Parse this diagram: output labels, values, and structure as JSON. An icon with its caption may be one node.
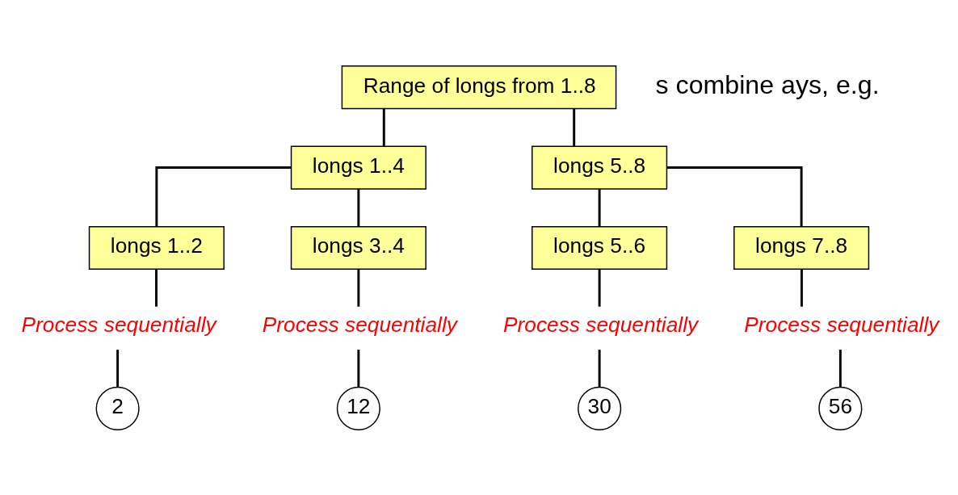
{
  "diagram": {
    "nodes": [
      {
        "text": [
          "Range of longs from 1..8"
        ]
      },
      {
        "text": [
          "longs 1..4"
        ]
      },
      {
        "text": [
          "longs 5..8"
        ]
      },
      {
        "text": [
          "longs 1..2"
        ]
      },
      {
        "text": [
          "longs 3..4"
        ]
      },
      {
        "text": [
          "longs 5..6"
        ]
      },
      {
        "text": [
          "longs 7..8"
        ]
      },
      {
        "text": [
          "Process sequentially"
        ]
      },
      {
        "text": [
          "Process sequentially"
        ]
      },
      {
        "text": [
          "Process sequentially"
        ]
      },
      {
        "text": [
          "Process sequentially"
        ]
      },
      {
        "text": [
          "2"
        ]
      },
      {
        "text": [
          "12"
        ]
      },
      {
        "text": [
          "30"
        ]
      },
      {
        "text": [
          "56"
        ]
      }
    ],
    "edges": [
      {
        "from": 0,
        "to": 1,
        "arrow": "none"
      },
      {
        "from": 0,
        "to": 2,
        "arrow": "none"
      },
      {
        "from": 1,
        "to": 3,
        "arrow": "none"
      },
      {
        "from": 1,
        "to": 4,
        "arrow": "none"
      },
      {
        "from": 2,
        "to": 5,
        "arrow": "none"
      },
      {
        "from": 2,
        "to": 6,
        "arrow": "none"
      },
      {
        "from": 3,
        "to": 7,
        "arrow": "none"
      },
      {
        "from": 4,
        "to": 8,
        "arrow": "none"
      },
      {
        "from": 5,
        "to": 9,
        "arrow": "none"
      },
      {
        "from": 6,
        "to": 10,
        "arrow": "none"
      },
      {
        "from": 7,
        "to": 11,
        "arrow": "none"
      },
      {
        "from": 8,
        "to": 12,
        "arrow": "none"
      },
      {
        "from": 9,
        "to": 13,
        "arrow": "none"
      },
      {
        "from": 10,
        "to": 14,
        "arrow": "none"
      }
    ],
    "labels": [
      "s combine ays, e.g."
    ]
  }
}
